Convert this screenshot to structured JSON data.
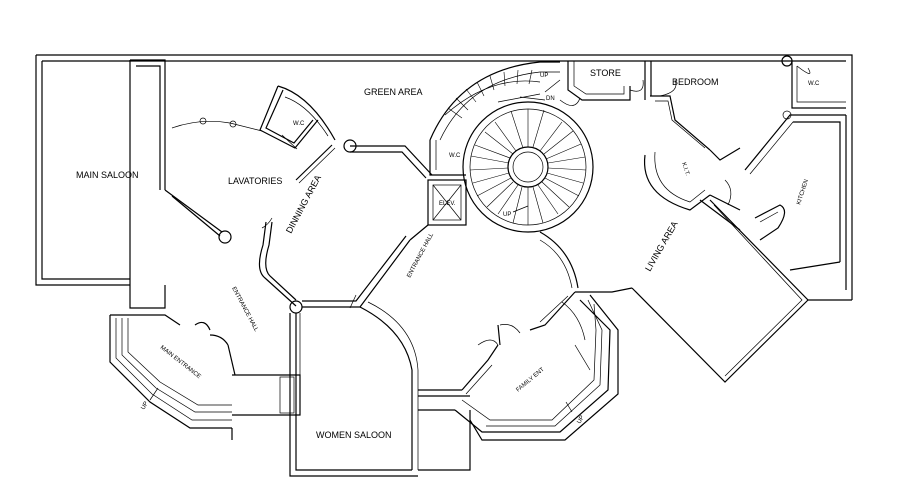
{
  "rooms": {
    "main_saloon": "MAIN SALOON",
    "lavatories": "LAVATORIES",
    "dinning_area": "DINNING AREA",
    "green_area": "GREEN AREA",
    "store": "STORE",
    "bedroom": "BEDROOM",
    "wc_top": "W.C",
    "wc_lav": "W.C",
    "wc_stair": "W.C",
    "kit": "K.I.T.",
    "kitchen": "KITCHEN",
    "living_area": "LIVING AREA",
    "entrance_hall_center": "ENTRANCE HALL",
    "entrance_hall_left": "ENTRANCE HALL",
    "main_entrance": "MAIN ENTRANCE",
    "women_saloon": "WOMEN SALOON",
    "family_ent": "FAMILY ENT",
    "elev": "ELEV."
  },
  "markers": {
    "up_stair": "UP",
    "up_top": "UP",
    "dn_top": "DN",
    "up_main": "UP",
    "up_family": "UP"
  }
}
